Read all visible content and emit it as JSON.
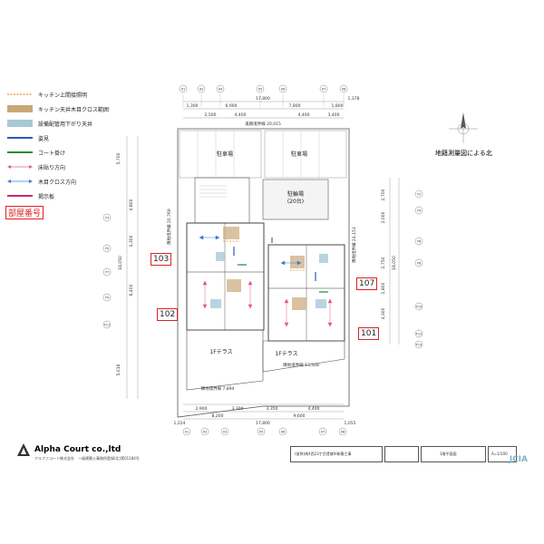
{
  "legend": {
    "items": [
      {
        "label": "キッチン上間接照明",
        "color": "#e8901e",
        "kind": "dashed-line"
      },
      {
        "label": "キッチン天井木目クロス範囲",
        "color": "#c9a876",
        "kind": "fill"
      },
      {
        "label": "設備配管用下がり天井",
        "color": "#a8c8d8",
        "kind": "fill"
      },
      {
        "label": "姿見",
        "color": "#2a5ab8",
        "kind": "line"
      },
      {
        "label": "コート掛け",
        "color": "#1f8a3a",
        "kind": "line"
      },
      {
        "label": "床貼り方向",
        "color": "#e05a8a",
        "kind": "arrow"
      },
      {
        "label": "木目クロス方向",
        "color": "#3a7ad8",
        "kind": "arrow"
      },
      {
        "label": "掲示板",
        "color": "#c82a6a",
        "kind": "line"
      }
    ],
    "room_number_label": "部屋番号"
  },
  "plan": {
    "north_label": "地籍測量図による北",
    "parking_left": "駐車場",
    "parking_right": "駐車場",
    "bicycle_label": "駐輪場",
    "bicycle_capacity": "(20台)",
    "terrace_left": "1Fテラス",
    "terrace_right": "1Fテラス",
    "road_boundary_top": "道路境界線 20,015",
    "road_boundary_bottom_left": "隣地境界線 7,894",
    "road_boundary_bottom_right": "隣地境界線 13,508",
    "boundary_left": "隣地境界線 20,769",
    "boundary_right": "隣地境界線 24,153",
    "rooms": [
      "103",
      "102",
      "107",
      "101"
    ],
    "grid_top": [
      "X1",
      "X2",
      "X4",
      "X5",
      "X6",
      "X7",
      "X8"
    ],
    "grid_bottom": [
      "X1",
      "X2",
      "X3",
      "X5",
      "X6",
      "X7",
      "X8"
    ],
    "grid_left": [
      "Y3",
      "Y5",
      "Y7",
      "Y9",
      "Y11"
    ],
    "grid_right": [
      "Y2",
      "Y4",
      "Y6",
      "Y8",
      "Y10",
      "Y12",
      "Y13"
    ],
    "dim_top_total": "17,800",
    "dim_top_right": "1,378",
    "dim_top_row1": [
      "1,300",
      "6,900",
      "7,800",
      "1,800"
    ],
    "dim_top_row2": [
      "2,500",
      "4,400",
      "4,400",
      "3,400"
    ],
    "dim_bottom_row1": [
      "2,900",
      "3,300",
      "3,350",
      "4,400"
    ],
    "dim_bottom_row2": [
      "8,200",
      "9,600"
    ],
    "dim_bottom_total": "17,800",
    "dim_bottom_left": "1,224",
    "dim_bottom_right": "1,055",
    "dim_left": [
      "5,700",
      "4,800",
      "4,300",
      "6,400",
      "5,016"
    ],
    "dim_left_total": "18,050",
    "dim_right": [
      "2,700",
      "2,000",
      "2,750",
      "1,800",
      "4,300"
    ],
    "dim_right_total": "18,050"
  },
  "footer": {
    "company": "Alpha Court co.,ltd",
    "company_sub": "アルファコート株式会社　一級建築士事務所登録(北)第01184号",
    "project": "(仮称)南4西23丁目賃貸Ⅳ新築工事",
    "sheet_title": "1階平面図",
    "scale": "A=1/100",
    "jcia": "JCIA"
  }
}
